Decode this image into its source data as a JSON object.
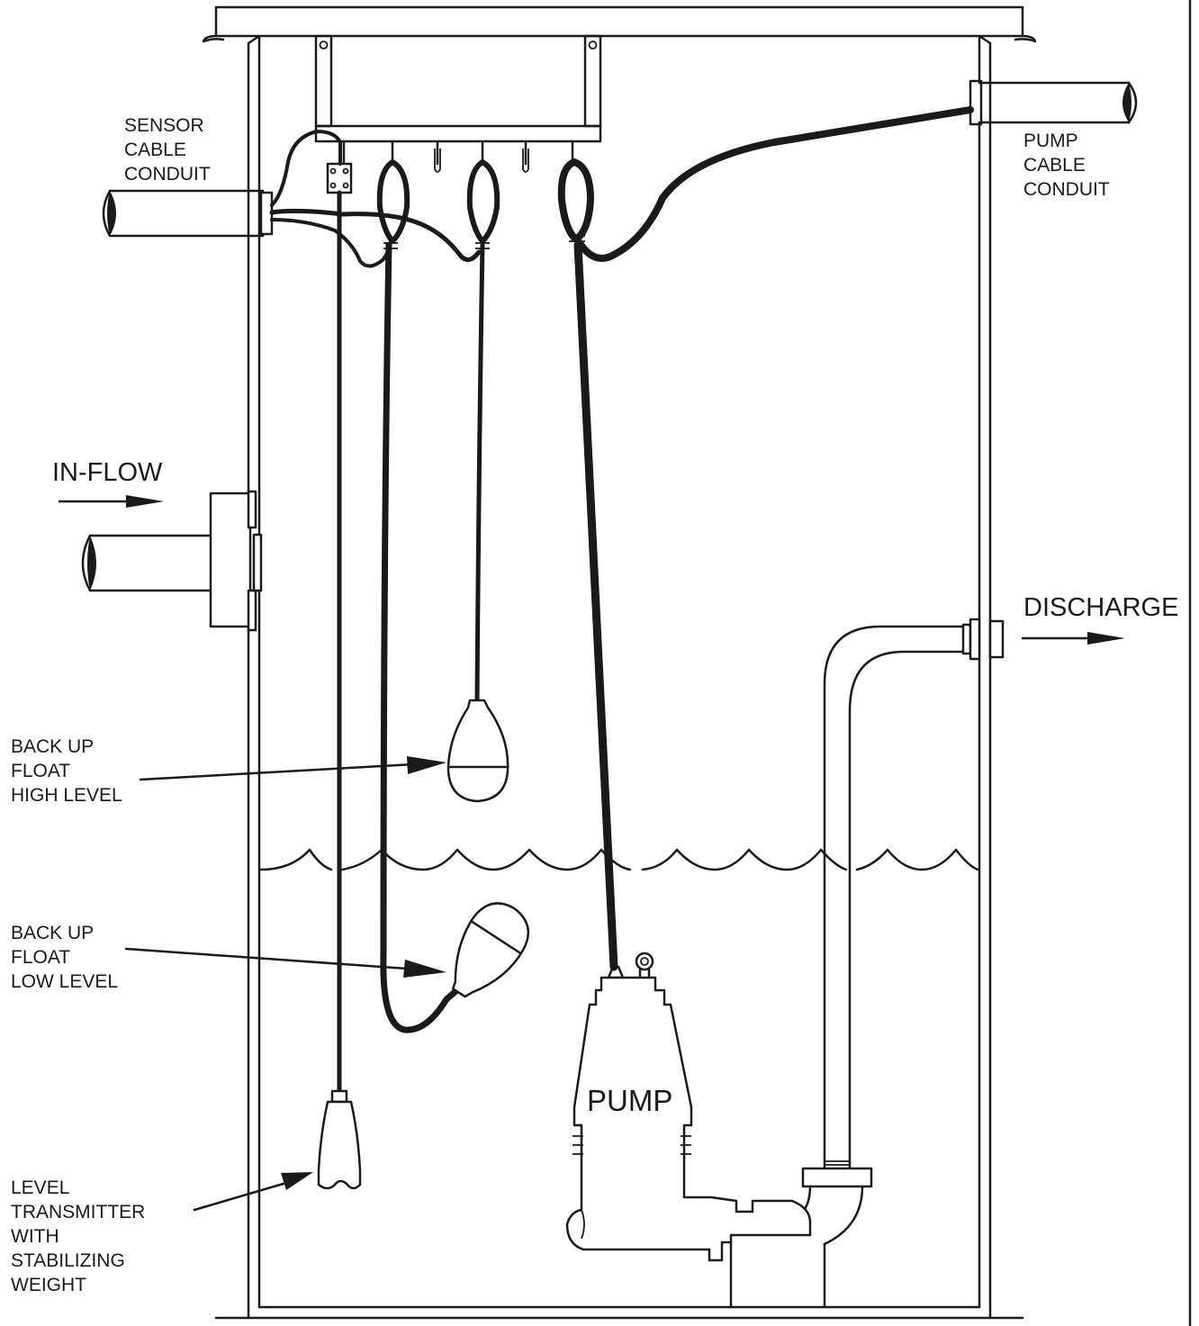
{
  "labels": {
    "sensor_cable_conduit": [
      "SENSOR",
      "CABLE",
      "CONDUIT"
    ],
    "pump_cable_conduit": [
      "PUMP",
      "CABLE",
      "CONDUIT"
    ],
    "in_flow": "IN-FLOW",
    "discharge": "DISCHARGE",
    "backup_float_high": [
      "BACK UP",
      "FLOAT",
      "HIGH LEVEL"
    ],
    "backup_float_low": [
      "BACK UP",
      "FLOAT",
      "LOW LEVEL"
    ],
    "level_transmitter": [
      "LEVEL",
      "TRANSMITTER",
      "WITH",
      "STABILIZING",
      "WEIGHT"
    ],
    "pump": "PUMP"
  }
}
